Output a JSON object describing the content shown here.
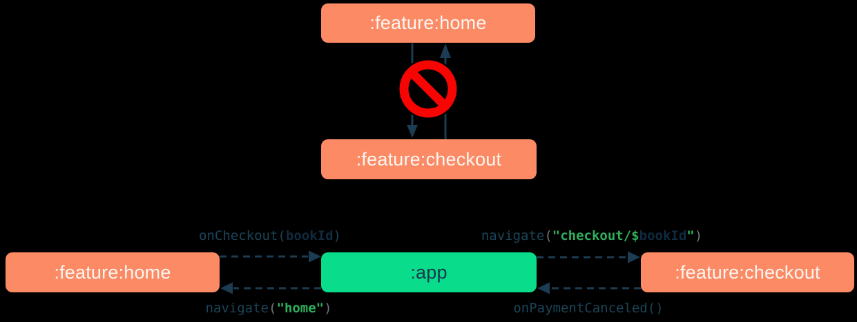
{
  "top_diagram": {
    "home_label": ":feature:home",
    "checkout_label": ":feature:checkout",
    "no_entry_icon": "no-entry-sign (direct dependency between feature modules is forbidden)"
  },
  "bottom_diagram": {
    "home_label": ":feature:home",
    "app_label": ":app",
    "checkout_label": ":feature:checkout",
    "arrows": {
      "on_checkout": {
        "direction": "feature:home -> app",
        "fn": "onCheckout",
        "open": "(",
        "arg": "bookId",
        "close": ")"
      },
      "navigate_checkout": {
        "direction": "app -> feature:checkout",
        "fn": "navigate",
        "open": "(",
        "str_open": "\"checkout/$",
        "arg": "bookId",
        "str_close": "\"",
        "close": ")"
      },
      "navigate_home": {
        "direction": "app -> feature:home",
        "fn": "navigate",
        "open": "(",
        "str": "\"home\"",
        "close": ")"
      },
      "on_payment_canceled": {
        "direction": "feature:checkout -> app",
        "fn": "onPaymentCanceled",
        "parens": "()"
      }
    }
  },
  "colors": {
    "background": "#000000",
    "feature_box": "#FB8A65",
    "app_box": "#09DC8A",
    "box_text_light": "#FBF6F1",
    "box_text_dark": "#16384E",
    "arrow": "#1C3C52",
    "no_entry_red": "#F60502",
    "code_fn": "#1B4559",
    "code_arg": "#102A3F",
    "code_string": "#2FAE5C",
    "code_punct": "#70757A"
  }
}
